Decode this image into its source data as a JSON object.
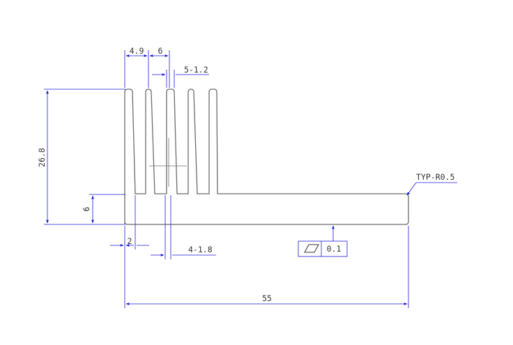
{
  "drawing": {
    "colors": {
      "outline": "#6b6b6b",
      "dimension": "#1a1ad6",
      "text": "#333333",
      "background": "#ffffff"
    },
    "dimensions": {
      "fin_pitch": "4.9",
      "gap_width": "6",
      "fin_thickness": "5-1.2",
      "overall_height": "26.8",
      "base_thickness": "6",
      "side_wall": "2",
      "fin_root": "4-1.8",
      "overall_width": "55"
    },
    "callouts": {
      "corner_radius": "TYP-R0.5",
      "flatness_symbol": "flatness-icon",
      "flatness_tolerance": "0.1"
    }
  }
}
